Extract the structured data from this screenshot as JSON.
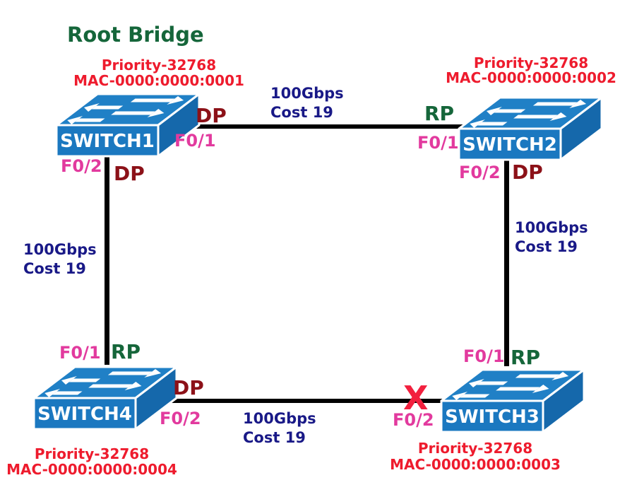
{
  "title": "Root Bridge",
  "colors": {
    "root_bridge_green": "#15663a",
    "priority_mac_red": "#ee1b2d",
    "designated_port_maroon": "#8c1118",
    "root_port_green": "#15663a",
    "port_label_magenta": "#e23a9e",
    "cost_navy": "#191987",
    "switch_blue": "#1b78c0",
    "blocked_x_red": "#f2203e",
    "link_black": "#000000"
  },
  "switches": {
    "s1": {
      "name": "SWITCH1",
      "priority": "Priority-32768",
      "mac": "MAC-0000:0000:0001"
    },
    "s2": {
      "name": "SWITCH2",
      "priority": "Priority-32768",
      "mac": "MAC-0000:0000:0002"
    },
    "s3": {
      "name": "SWITCH3",
      "priority": "Priority-32768",
      "mac": "MAC-0000:0000:0003"
    },
    "s4": {
      "name": "SWITCH4",
      "priority": "Priority-32768",
      "mac": "MAC-0000:0000:0004"
    }
  },
  "ports": {
    "s1_f01": {
      "label": "F0/1",
      "role": "DP"
    },
    "s1_f02": {
      "label": "F0/2",
      "role": "DP"
    },
    "s2_f01": {
      "label": "F0/1",
      "role": "RP"
    },
    "s2_f02": {
      "label": "F0/2",
      "role": "DP"
    },
    "s3_f01": {
      "label": "F0/1",
      "role": "RP"
    },
    "s3_f02": {
      "label": "F0/2"
    },
    "s4_f01": {
      "label": "F0/1",
      "role": "RP"
    },
    "s4_f02": {
      "label": "F0/2",
      "role": "DP"
    }
  },
  "links": {
    "top": {
      "bandwidth": "100Gbps",
      "cost": "Cost 19"
    },
    "left": {
      "bandwidth": "100Gbps",
      "cost": "Cost 19"
    },
    "right": {
      "bandwidth": "100Gbps",
      "cost": "Cost 19"
    },
    "bottom": {
      "bandwidth": "100Gbps",
      "cost": "Cost 19"
    }
  },
  "blocked_port_marker": "X"
}
